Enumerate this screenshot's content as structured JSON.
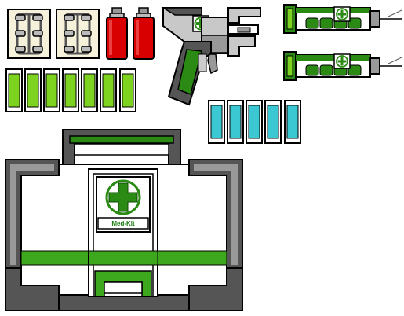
{
  "palette": {
    "outline": "#000000",
    "cream": "#f6f1da",
    "red": "#d80000",
    "green_light": "#7ed321",
    "green_dark": "#2a8a14",
    "green_mid": "#3da81e",
    "cyan": "#3cc8d2",
    "gray_dark": "#555555",
    "gray_mid": "#999999",
    "gray_light": "#c8c8c8",
    "white": "#ffffff"
  },
  "sprites": {
    "bandage_cards": 2,
    "spray_cans": 2,
    "green_vials": 7,
    "cyan_vials": 5,
    "syringes": 2
  },
  "medkit": {
    "label": "Med-Kit",
    "icon": "green-cross-icon"
  }
}
